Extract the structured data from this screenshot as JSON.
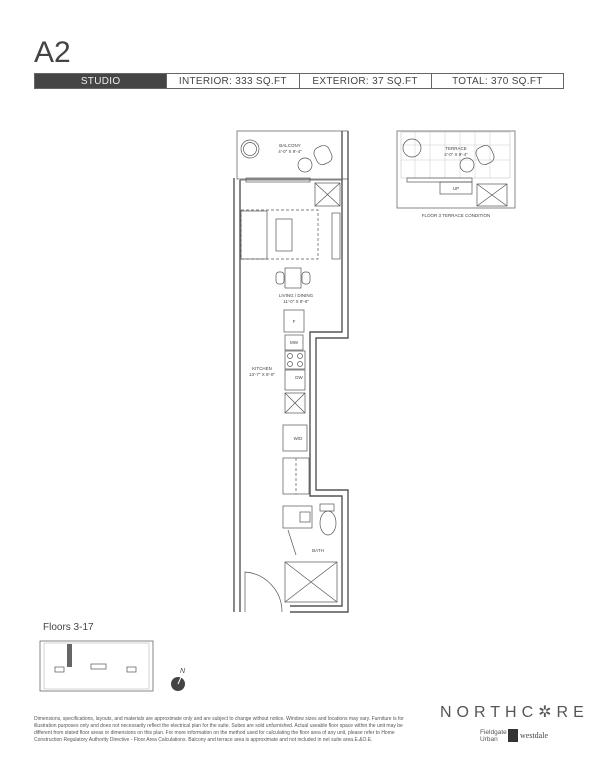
{
  "unit": {
    "name": "A2",
    "type": "STUDIO",
    "interior": "INTERIOR: 333 SQ.FT",
    "exterior": "EXTERIOR: 37 SQ.FT",
    "total": "TOTAL: 370 SQ.FT"
  },
  "plan": {
    "balcony": {
      "name": "BALCONY",
      "dims": "4'-0\" X 9'-4\""
    },
    "living": {
      "name": "LIVING / DINING",
      "dims": "11'-0\" X 9'-0\""
    },
    "kitchen": {
      "name": "KITCHEN",
      "dims": "13'-7\" X 8'-0\""
    },
    "bath": {
      "name": "BATH"
    },
    "fridge": "F",
    "microwave": "MW",
    "dishwasher": "DW",
    "washer_dryer": "W/D"
  },
  "terrace": {
    "name": "TERRACE",
    "dims": "4'-0\" X 9'-4\"",
    "up": "UP",
    "caption": "FLOOR 3 TERRACE CONDITION"
  },
  "keyplan": {
    "floors": "Floors 3-17",
    "north": "N"
  },
  "footer": {
    "disclaimer": "Dimensions, specifications, layouts, and materials are approximate only and are subject to change without notice. Window sizes and locations may vary. Furniture is for illustration purposes only and does not necessarily reflect the electrical plan for the suite. Suites are sold unfurnished. Actual useable floor space within the unit may be different from stated floor areas or dimensions on this plan. For more information on the method used for calculating the floor area of any unit, please refer to Home Construction Regulatory Authority Directive - Floor Area Calculations. Balcony and terrace area is approximate and not included in net suite area.E.&O.E.",
    "brand": "NORTHC✲RE",
    "developer1": "Fieldgate Urban",
    "developer2": "westdale"
  }
}
